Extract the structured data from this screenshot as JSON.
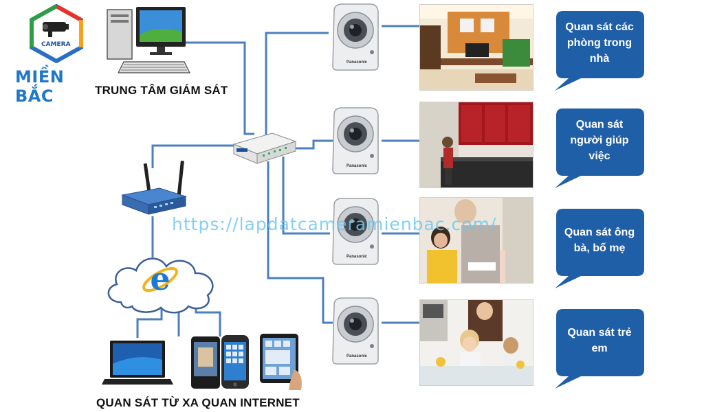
{
  "logo": {
    "badge_text": "CAMERA",
    "brand_text": "MIỀN BẮC",
    "hex_colors": [
      "#e8332b",
      "#f6a21c",
      "#2e9e44",
      "#2a6fc4"
    ]
  },
  "labels": {
    "monitoring_center": "TRUNG TÂM GIÁM SÁT",
    "remote_viewing": "QUAN SÁT TỪ XA QUAN INTERNET"
  },
  "watermark": "https://lapdatcameramienbac.com/",
  "cameras": [
    {
      "brand": "Panasonic"
    },
    {
      "brand": "Panasonic"
    },
    {
      "brand": "Panasonic"
    },
    {
      "brand": "Panasonic"
    }
  ],
  "scenes": [
    {
      "bubble_text": "Quan sát các phòng trong nhà"
    },
    {
      "bubble_text": "Quan sát người giúp việc"
    },
    {
      "bubble_text": "Quan sát ông bà, bố mẹ"
    },
    {
      "bubble_text": "Quan sát trẻ em"
    }
  ],
  "colors": {
    "wire": "#4a7fc0",
    "bubble": "#1f5fa8",
    "watermark": "#6fc8f0"
  },
  "icons": [
    "desktop-computer-icon",
    "network-switch-icon",
    "wifi-router-icon",
    "internet-explorer-icon",
    "laptop-icon",
    "smartphone-icon",
    "tablet-icon",
    "ip-camera-icon"
  ]
}
